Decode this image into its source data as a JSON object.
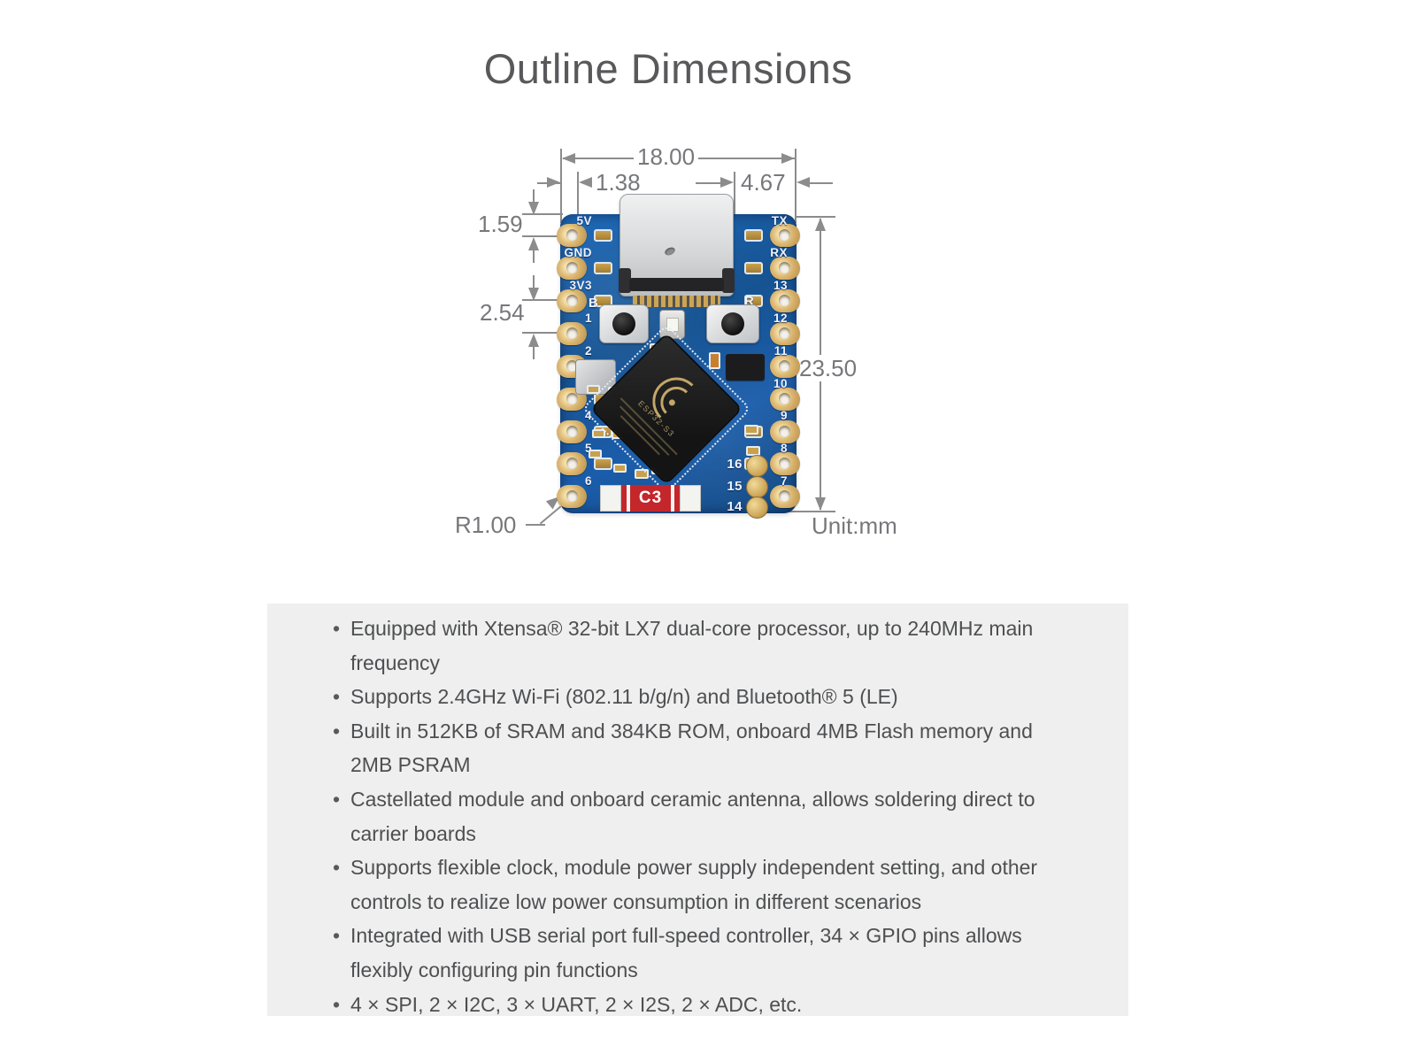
{
  "page": {
    "title": "Outline Dimensions"
  },
  "diagram": {
    "dimensions": {
      "board_width": "18.00",
      "left_pad_offset": "1.38",
      "usb_to_edge": "4.67",
      "top_to_first_pad": "1.59",
      "pad_pitch": "2.54",
      "board_height": "23.50",
      "corner_radius": "R1.00",
      "unit": "Unit:mm"
    },
    "board": {
      "left_pins": [
        "5V",
        "GND",
        "3V3",
        "1",
        "2",
        "3",
        "4",
        "5",
        "6"
      ],
      "right_pins": [
        "TX",
        "RX",
        "13",
        "12",
        "11",
        "10",
        "9",
        "8",
        "7"
      ],
      "inner_pins": [
        "16",
        "15",
        "14"
      ],
      "boot_button_label": "B",
      "reset_button_label": "R",
      "antenna_label": "C3",
      "chip_marking": "ESP32-S3",
      "colors": {
        "pcb_blue": "#165392",
        "pad_gold": "#d9b46d",
        "antenna_red": "#c3272b",
        "silkscreen": "#eef3ff"
      }
    }
  },
  "features": {
    "panel_color": "#efefef",
    "items": [
      "Equipped with Xtensa® 32-bit LX7 dual-core processor, up to 240MHz main frequency",
      "Supports 2.4GHz Wi-Fi (802.11 b/g/n) and Bluetooth® 5 (LE)",
      "Built in 512KB of SRAM and 384KB ROM, onboard 4MB Flash memory and 2MB PSRAM",
      "Castellated module and onboard ceramic antenna, allows soldering direct to carrier boards",
      "Supports flexible clock, module power supply independent setting, and other controls to realize low power consumption in different scenarios",
      "Integrated with USB serial port full-speed controller, 34 × GPIO pins allows flexibly configuring pin functions",
      "4 × SPI, 2 × I2C, 3 × UART, 2 × I2S, 2 × ADC, etc."
    ]
  }
}
